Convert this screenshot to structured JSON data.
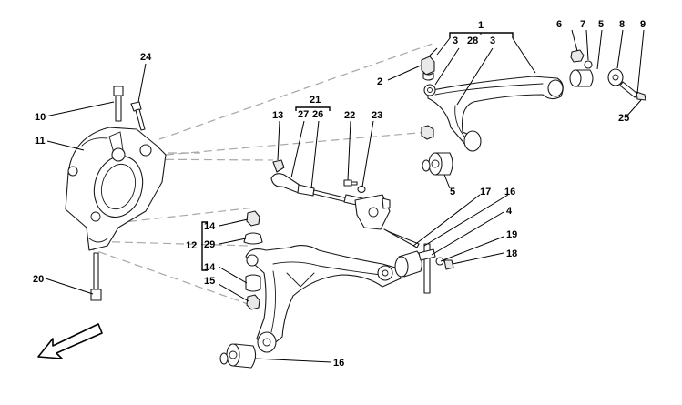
{
  "callouts": {
    "c1": "1",
    "c2": "2",
    "c3a": "3",
    "c3b": "3",
    "c28": "28",
    "c4": "4",
    "c5a": "5",
    "c5b": "5",
    "c6": "6",
    "c7": "7",
    "c8": "8",
    "c9": "9",
    "c10": "10",
    "c11": "11",
    "c12": "12",
    "c13": "13",
    "c14a": "14",
    "c14b": "14",
    "c15": "15",
    "c16a": "16",
    "c16b": "16",
    "c17": "17",
    "c18": "18",
    "c19": "19",
    "c20": "20",
    "c21": "21",
    "c22": "22",
    "c23": "23",
    "c24": "24",
    "c25": "25",
    "c26": "26",
    "c27": "27",
    "c29": "29"
  },
  "icons": {
    "direction": "forward-direction-arrow-icon"
  }
}
